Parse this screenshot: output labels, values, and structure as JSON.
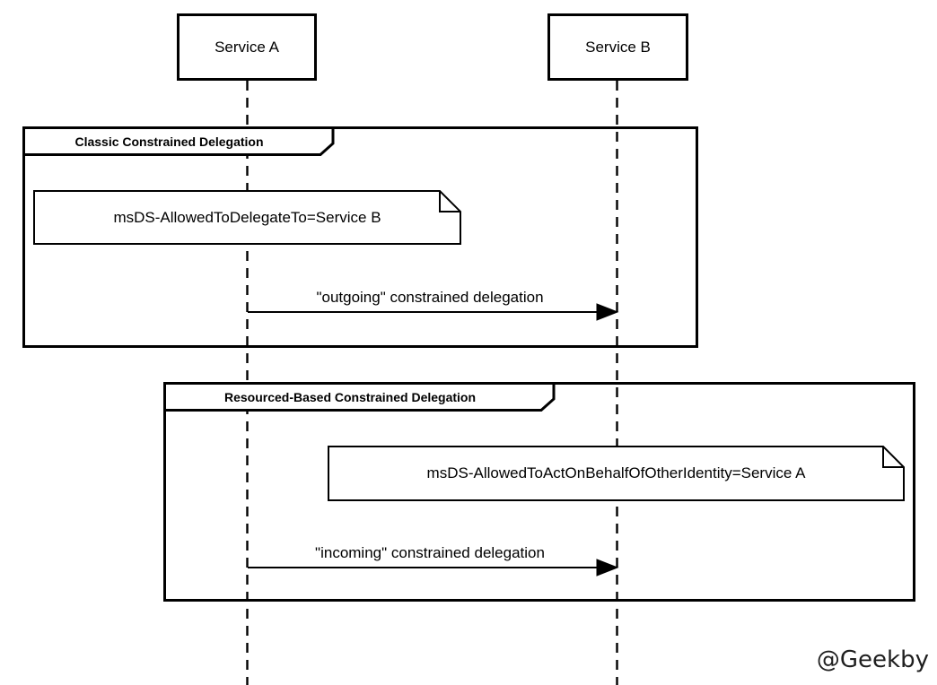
{
  "diagram": {
    "type": "uml-sequence",
    "participants": [
      {
        "name": "Service A"
      },
      {
        "name": "Service B"
      }
    ],
    "frames": [
      {
        "label": "Classic Constrained Delegation",
        "note": "msDS-AllowedToDelegateTo=Service B",
        "message": "\"outgoing\" constrained delegation",
        "message_from": "Service A",
        "message_to": "Service B"
      },
      {
        "label": "Resourced-Based Constrained Delegation",
        "note": "msDS-AllowedToActOnBehalfOfOtherIdentity=Service A",
        "message": "\"incoming\" constrained delegation",
        "message_from": "Service A",
        "message_to": "Service B"
      }
    ],
    "watermark": "@Geekby",
    "colors": {
      "stroke": "#000000",
      "background": "#ffffff",
      "watermark_text": "#1f1f1f"
    }
  }
}
